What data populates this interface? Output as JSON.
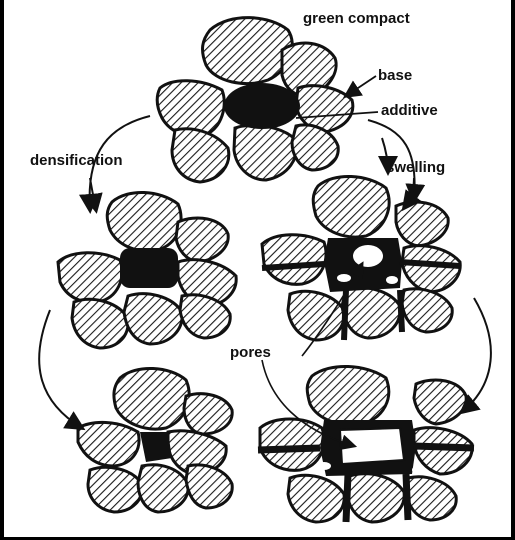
{
  "labels": {
    "green_compact": "green compact",
    "base": "base",
    "additive": "additive",
    "densification": "densification",
    "swelling": "swelling",
    "pores": "pores"
  },
  "colors": {
    "ink": "#111111",
    "hatch": "#1a1a1a",
    "particle_fill": "#ffffff",
    "background": "#ffffff"
  },
  "stages": [
    "green-compact",
    "densification-intermediate",
    "densification-final",
    "swelling-intermediate",
    "swelling-final"
  ]
}
